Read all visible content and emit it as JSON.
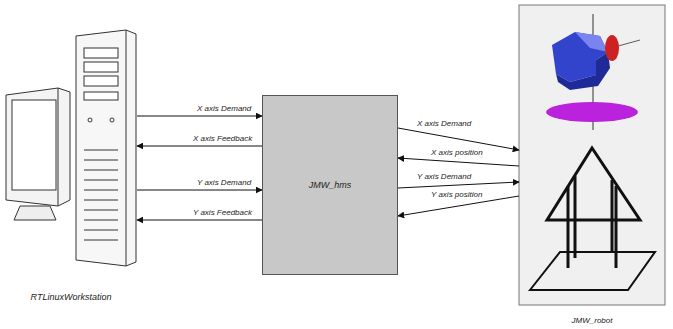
{
  "diagram": {
    "nodes": [
      {
        "text": [
          "RTLinuxWorkstation"
        ]
      },
      {
        "text": [
          "JMW_hms"
        ]
      },
      {
        "text": [
          "JMW_robot"
        ]
      }
    ],
    "edges": [
      {
        "from": 0,
        "to": 1,
        "label": "X axis Demand",
        "arrow": "to"
      },
      {
        "from": 1,
        "to": 0,
        "label": "X axis Feedback",
        "arrow": "to"
      },
      {
        "from": 0,
        "to": 1,
        "label": "Y axis Demand",
        "arrow": "to"
      },
      {
        "from": 1,
        "to": 0,
        "label": "Y axis Feedback",
        "arrow": "to"
      },
      {
        "from": 1,
        "to": 2,
        "label": "X axis Demand",
        "arrow": "to"
      },
      {
        "from": 2,
        "to": 1,
        "label": "X axis position",
        "arrow": "to"
      },
      {
        "from": 1,
        "to": 2,
        "label": "Y axis Demand",
        "arrow": "to"
      },
      {
        "from": 2,
        "to": 1,
        "label": "Y axis position",
        "arrow": "to"
      }
    ]
  }
}
